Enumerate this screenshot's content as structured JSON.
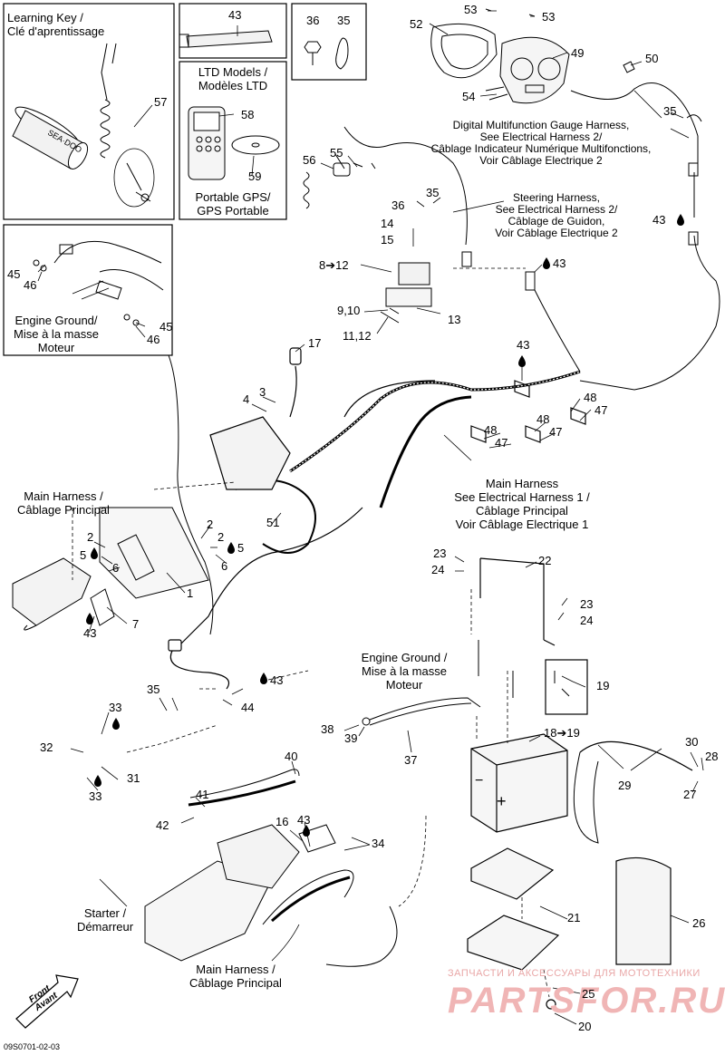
{
  "labels": {
    "learning_key": "Learning Key /\nClé d'aprentissage",
    "ltd_models": "LTD Models /\nModèles LTD",
    "portable_gps": "Portable GPS/\nGPS Portable",
    "engine_ground_top": "Engine Ground/\nMise à la masse\nMoteur",
    "digital_gauge": "Digital Multifunction Gauge Harness,\nSee Electrical Harness 2/\nCâblage Indicateur Numérique Multifonctions,\nVoir Câblage Electrique 2",
    "steering_harness": "Steering Harness,\nSee Electrical Harness 2/\nCâblage de Guidon,\nVoir Câblage Electrique 2",
    "main_harness_left": "Main Harness /\nCâblage Principal",
    "main_harness_center": "Main Harness\nSee Electrical Harness 1 /\nCâblage Principal\nVoir Câblage Electrique 1",
    "engine_ground_mid": "Engine Ground /\nMise à la masse\nMoteur",
    "starter": "Starter /\nDémarreur",
    "main_harness_bottom": "Main Harness /\nCâblage Principal",
    "front": "Front\nAvant",
    "diagram_code": "09S0701-02-03",
    "watermark_ru": "ЗАПЧАСТИ И АКСЕССУАРЫ ДЛЯ МОТОТЕХНИКИ",
    "watermark_big": "PARTSFOR.RU"
  },
  "callouts": {
    "c43a": "43",
    "c36": "36",
    "c35a": "35",
    "c53a": "53",
    "c53b": "53",
    "c52": "52",
    "c49": "49",
    "c50": "50",
    "c54": "54",
    "c57": "57",
    "c58": "58",
    "c59": "59",
    "c35b": "35",
    "c56": "56",
    "c55": "55",
    "c36b": "36",
    "c35c": "35",
    "c14": "14",
    "c15": "15",
    "c8_12": "8➔12",
    "c9_10": "9,10",
    "c13": "13",
    "c11_12": "11,12",
    "c43b": "43",
    "c43c": "43",
    "c43d": "43",
    "c45a": "45",
    "c46a": "46",
    "c45b": "45",
    "c46b": "46",
    "c17": "17",
    "c4": "4",
    "c3": "3",
    "c48a": "48",
    "c47a": "47",
    "c48b": "48",
    "c47b": "47",
    "c48c": "48",
    "c47c": "47",
    "c51": "51",
    "c2a": "2",
    "c5a": "5",
    "c6a": "6",
    "c2b": "2",
    "c2c": "2",
    "c5b": "5",
    "c6b": "6",
    "c1": "1",
    "c7": "7",
    "c43e": "43",
    "c23a": "23",
    "c24a": "24",
    "c22": "22",
    "c23b": "23",
    "c24b": "24",
    "c35d": "35",
    "c43f": "43",
    "c44": "44",
    "c33a": "33",
    "c32": "32",
    "c31": "31",
    "c33b": "33",
    "c19": "19",
    "c38": "38",
    "c39": "39",
    "c37": "37",
    "c18_19": "18➔19",
    "c30": "30",
    "c28": "28",
    "c29": "29",
    "c27": "27",
    "c40": "40",
    "c41": "41",
    "c42": "42",
    "c16": "16",
    "c43g": "43",
    "c34": "34",
    "c21": "21",
    "c26": "26",
    "c25": "25",
    "c20": "20"
  }
}
